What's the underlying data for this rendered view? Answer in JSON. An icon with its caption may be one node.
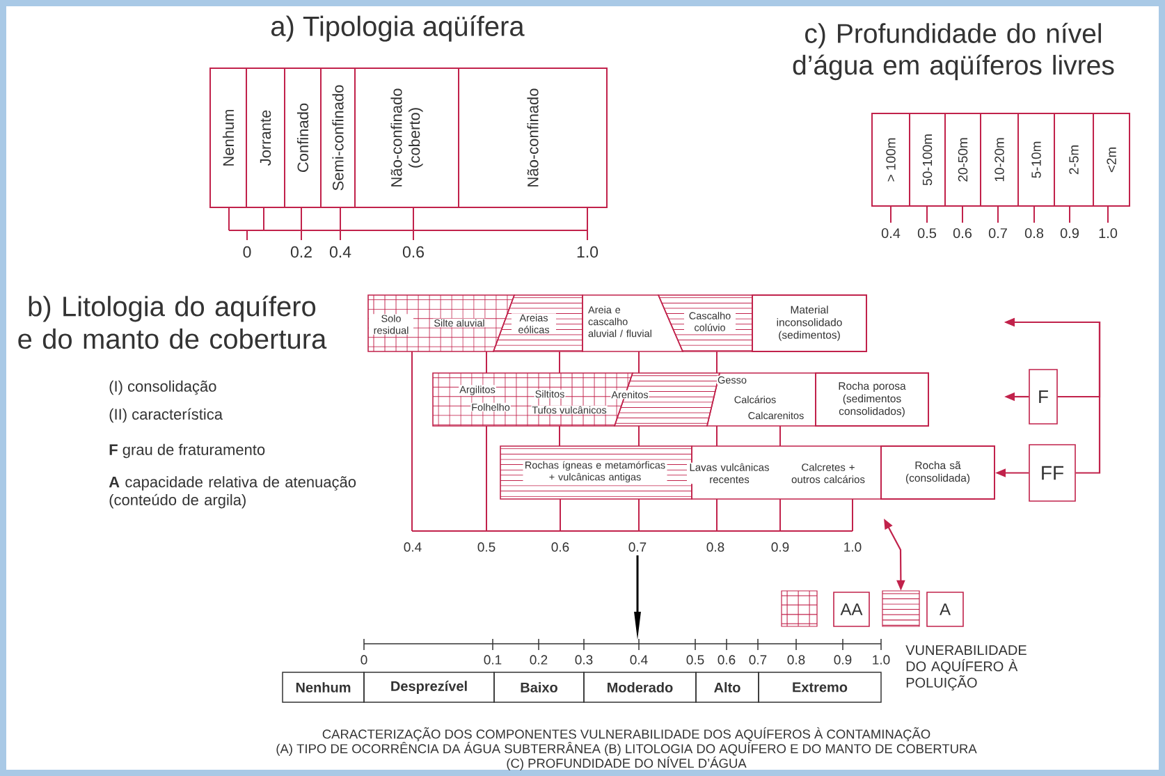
{
  "diagram": {
    "nodes": [
      {
        "text": [
          "Nenhum"
        ]
      },
      {
        "text": [
          "Jorrante"
        ]
      },
      {
        "text": [
          "Confinado"
        ]
      },
      {
        "text": [
          "Semi-confinado"
        ]
      },
      {
        "text": [
          "Não-confinado (coberto)"
        ]
      },
      {
        "text": [
          "Não-confinado"
        ]
      },
      {
        "text": [
          "> 100m"
        ]
      },
      {
        "text": [
          "50-100m"
        ]
      },
      {
        "text": [
          "20-50m"
        ]
      },
      {
        "text": [
          "10-20m"
        ]
      },
      {
        "text": [
          "5-10m"
        ]
      },
      {
        "text": [
          "2-5m"
        ]
      },
      {
        "text": [
          "<2m"
        ]
      },
      {
        "text": [
          "Solo residual",
          "Silte aluvial"
        ]
      },
      {
        "text": [
          "Areias eólicas"
        ]
      },
      {
        "text": [
          "Areia e cascalho aluvial / fluvial"
        ]
      },
      {
        "text": [
          "Cascalho colúvio"
        ]
      },
      {
        "text": [
          "Material inconsolidado (sedimentos)"
        ]
      },
      {
        "text": [
          "Argilitos",
          "Folhelho",
          "Siltitos",
          "Tufos vulcânicos"
        ]
      },
      {
        "text": [
          "Arenitos"
        ]
      },
      {
        "text": [
          "Gesso",
          "Calcários",
          "Calcarenitos"
        ]
      },
      {
        "text": [
          "Rocha porosa (sedimentos consolidados)"
        ]
      },
      {
        "text": [
          "Rochas ígneas e metamórficas + vulcânicas antigas"
        ]
      },
      {
        "text": [
          "Lavas vulcânicas recentes",
          "Calcretes + outros calcários"
        ]
      },
      {
        "text": [
          "Rocha sã (consolidada)"
        ]
      },
      {
        "text": [
          "F"
        ]
      },
      {
        "text": [
          "FF"
        ]
      },
      {
        "text": [],
        "shape": "box"
      },
      {
        "text": [
          "AA"
        ]
      },
      {
        "text": [],
        "shape": "box"
      },
      {
        "text": [
          "A"
        ]
      },
      {
        "text": [
          "Nenhum"
        ]
      },
      {
        "text": [
          "Desprezível"
        ]
      },
      {
        "text": [
          "Baixo"
        ]
      },
      {
        "text": [
          "Moderado"
        ]
      },
      {
        "text": [
          "Alto"
        ]
      },
      {
        "text": [
          "Extremo"
        ]
      }
    ],
    "edges": [
      {
        "from": 26,
        "to": null,
        "arrow": "to"
      },
      {
        "from": 25,
        "to": null,
        "arrow": "to"
      },
      {
        "from": 25,
        "to": null,
        "arrow": "to"
      },
      {
        "from": 26,
        "to": 24,
        "arrow": "to"
      },
      {
        "from": null,
        "to": 29,
        "arrow": "both"
      }
    ],
    "labels": [
      "a) Tipologia aqüífera",
      "0",
      "0.2",
      "0.4",
      "0.6",
      "1.0",
      "c) Profundidade do nível d’água em aqüíferos livres",
      "0.4",
      "0.5",
      "0.6",
      "0.7",
      "0.8",
      "0.9",
      "1.0",
      "b) Litologia do aquífero e do manto de cobertura",
      "(I) consolidação",
      "(II) característica",
      "**F** grau de fraturamento",
      "**A** capacidade relativa de atenuação (conteúdo de argila)",
      "0.4",
      "0.5",
      "0.6",
      "0.7",
      "0.8",
      "0.9",
      "1.0",
      "0",
      "0.1",
      "0.2",
      "0.3",
      "0.4",
      "0.5",
      "0.6",
      "0.7",
      "0.8",
      "0.9",
      "1.0",
      "VUNERABILIDADE DO AQUÍFERO À POLUIÇÃO",
      "CARACTERIZAÇÃO DOS COMPONENTES VULNERABILIDADE DOS AQUÍFEROS À CONTAMINAÇÃO",
      "(A) TIPO DE OCORRÊNCIA DA ÁGUA SUBTERRÂNEA (B) LITOLOGIA DO AQUÍFERO E DO MANTO DE COBERTURA",
      "(C) PROFUNDIDADE DO NÍVEL D’ÁGUA"
    ]
  }
}
